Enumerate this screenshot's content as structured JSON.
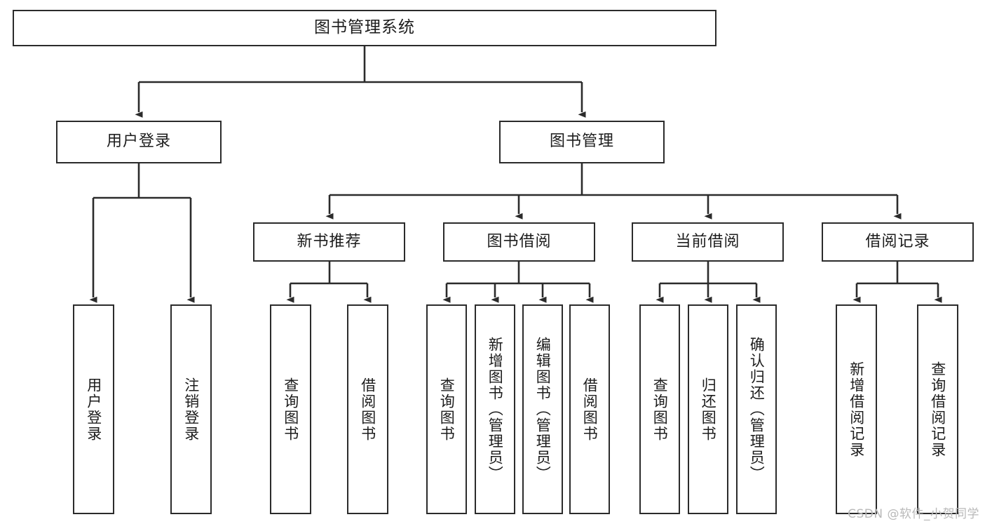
{
  "diagram": {
    "title": "图书管理系统",
    "type": "hierarchy-tree",
    "line_color": "#2b2b2b",
    "box_fill": "#ffffff",
    "text_color": "#1c1c1c",
    "root": {
      "label": "图书管理系统"
    },
    "level2": [
      {
        "id": "user-login",
        "label": "用户登录"
      },
      {
        "id": "book-manage",
        "label": "图书管理"
      }
    ],
    "level3": [
      {
        "id": "new-book-recommend",
        "label": "新书推荐"
      },
      {
        "id": "book-borrow",
        "label": "图书借阅"
      },
      {
        "id": "current-borrow",
        "label": "当前借阅"
      },
      {
        "id": "borrow-record",
        "label": "借阅记录"
      }
    ],
    "leaves": {
      "user_login": [
        {
          "id": "leaf-user-login",
          "label": "用户登录"
        },
        {
          "id": "leaf-logout-login",
          "label": "注销登录"
        }
      ],
      "new_book_recommend": [
        {
          "id": "leaf-query-book-1",
          "label": "查询图书"
        },
        {
          "id": "leaf-borrow-book-1",
          "label": "借阅图书"
        }
      ],
      "book_borrow": [
        {
          "id": "leaf-query-book-2",
          "label": "查询图书"
        },
        {
          "id": "leaf-add-book",
          "label": "新增图书（管理员）"
        },
        {
          "id": "leaf-edit-book",
          "label": "编辑图书（管理员）"
        },
        {
          "id": "leaf-borrow-book-2",
          "label": "借阅图书"
        }
      ],
      "current_borrow": [
        {
          "id": "leaf-query-book-3",
          "label": "查询图书"
        },
        {
          "id": "leaf-return-book",
          "label": "归还图书"
        },
        {
          "id": "leaf-confirm-return",
          "label": "确认归还（管理员）"
        }
      ],
      "borrow_record": [
        {
          "id": "leaf-add-record",
          "label": "新增借阅记录"
        },
        {
          "id": "leaf-query-record",
          "label": "查询借阅记录"
        }
      ]
    }
  },
  "watermark": {
    "text": "CSDN @软件_小贺同学"
  }
}
